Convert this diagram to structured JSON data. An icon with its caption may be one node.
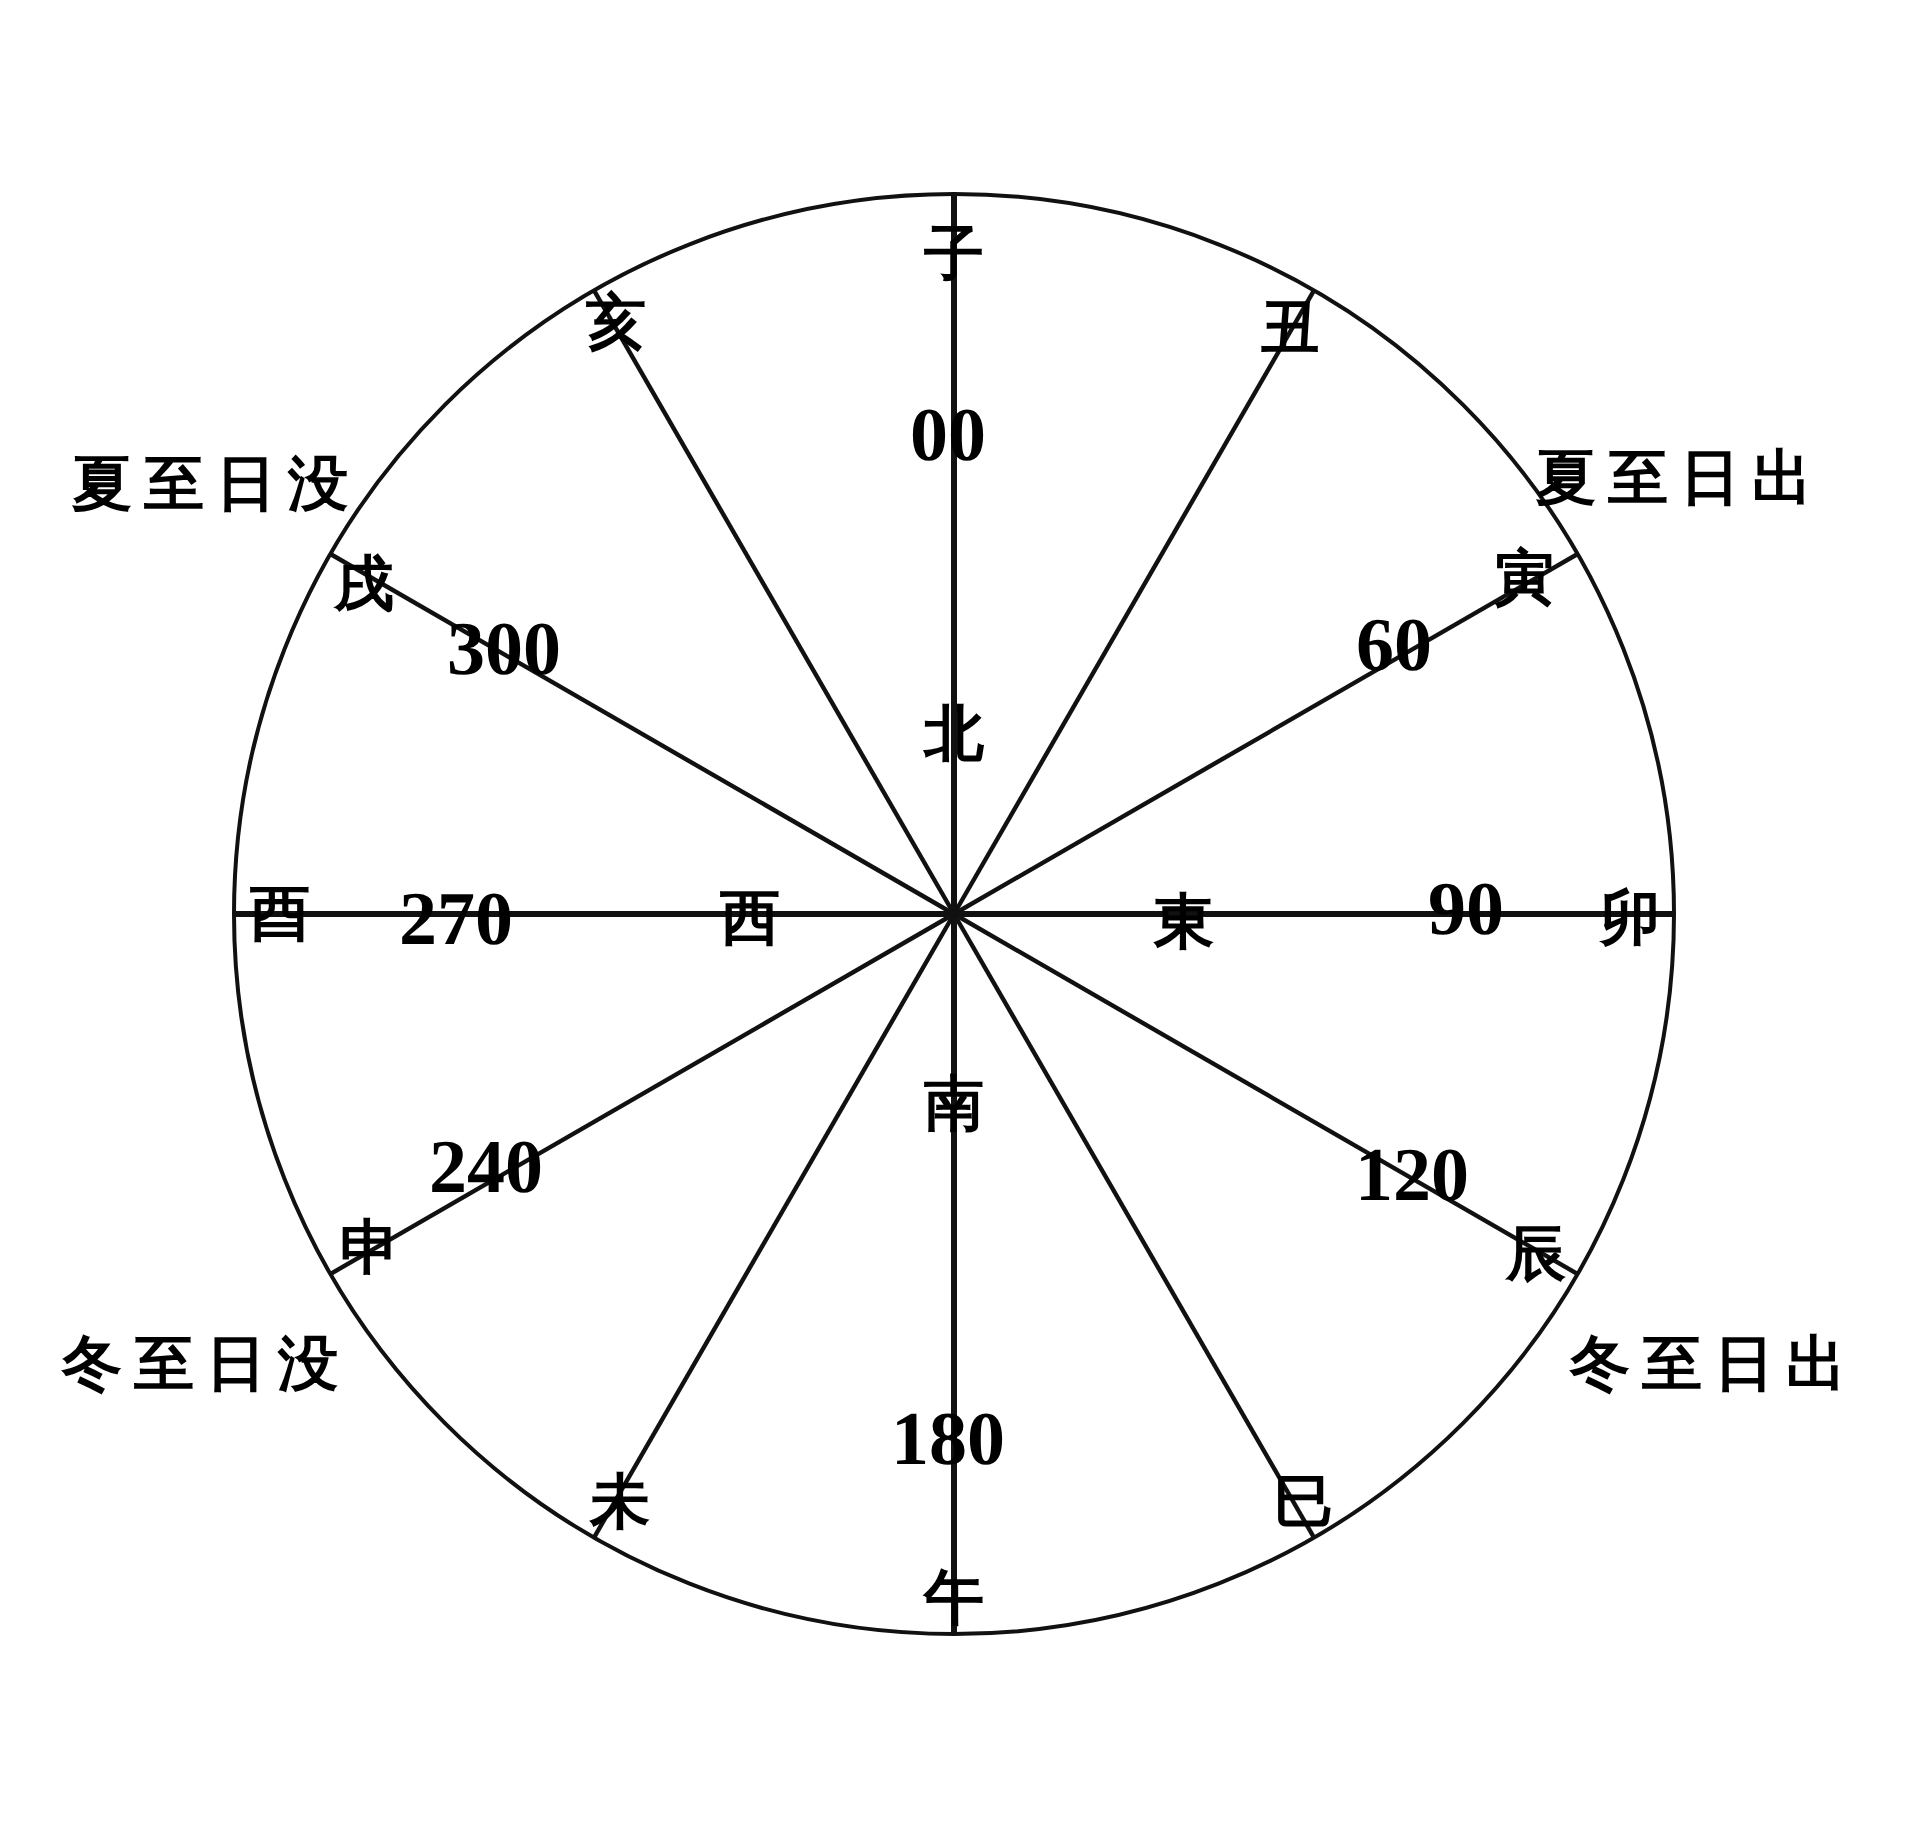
{
  "diagram": {
    "labels": [
      "子",
      "亥",
      "丑",
      "00",
      "夏至日没",
      "夏至日出",
      "戌",
      "寅",
      "300",
      "60",
      "北",
      "酉",
      "270",
      "西",
      "東",
      "90",
      "卯",
      "南",
      "240",
      "120",
      "申",
      "辰",
      "冬至日没",
      "冬至日出",
      "180",
      "未",
      "巳",
      "午"
    ]
  }
}
